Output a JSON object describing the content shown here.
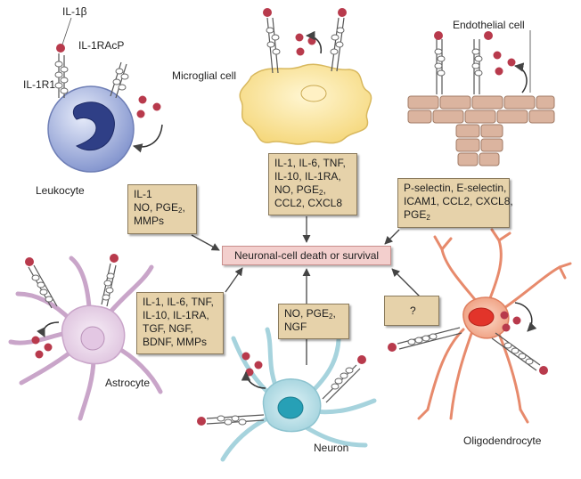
{
  "labels": {
    "il1b": "IL-1β",
    "il1racp": "IL-1RAcP",
    "il1r1": "IL-1R1",
    "leukocyte": "Leukocyte",
    "microglial": "Microglial cell",
    "endothelial": "Endothelial cell",
    "astrocyte": "Astrocyte",
    "neuron": "Neuron",
    "oligodendrocyte": "Oligodendrocyte"
  },
  "center": "Neuronal-cell death or survival",
  "boxes": {
    "leukocyte": [
      {
        "text": "IL-1",
        "sub": ""
      },
      {
        "text": "NO, PGE",
        "sub": "2",
        "after": ","
      },
      {
        "text": "MMPs",
        "sub": ""
      }
    ],
    "microglia": [
      {
        "text": "IL-1, IL-6, TNF,",
        "sub": ""
      },
      {
        "text": "IL-10, IL-1RA,",
        "sub": ""
      },
      {
        "text": "NO, PGE",
        "sub": "2",
        "after": ","
      },
      {
        "text": "CCL2, CXCL8",
        "sub": ""
      }
    ],
    "endothelial": [
      {
        "text": "P-selectin, E-selectin,",
        "sub": ""
      },
      {
        "text": "ICAM1, CCL2, CXCL8,",
        "sub": ""
      },
      {
        "text": "PGE",
        "sub": "2"
      }
    ],
    "astrocyte": [
      {
        "text": "IL-1, IL-6, TNF,",
        "sub": ""
      },
      {
        "text": "IL-10, IL-1RA,",
        "sub": ""
      },
      {
        "text": "TGF, NGF,",
        "sub": ""
      },
      {
        "text": "BDNF, MMPs",
        "sub": ""
      }
    ],
    "neuron": [
      {
        "text": "NO, PGE",
        "sub": "2",
        "after": ","
      },
      {
        "text": "NGF",
        "sub": ""
      }
    ],
    "oligodendrocyte": [
      {
        "text": "?",
        "sub": ""
      }
    ]
  },
  "colors": {
    "box_fill": "#e6d2aa",
    "center_fill": "#f3cfcd",
    "leukocyte": "#9aa9d8",
    "microglia": "#fbe7a6",
    "endothelial": "#d9b29b",
    "astrocyte": "#eedcee",
    "neuron": "#b5dde6",
    "oligodendrocyte": "#f2b39a",
    "ligand": "#b83a4c"
  }
}
